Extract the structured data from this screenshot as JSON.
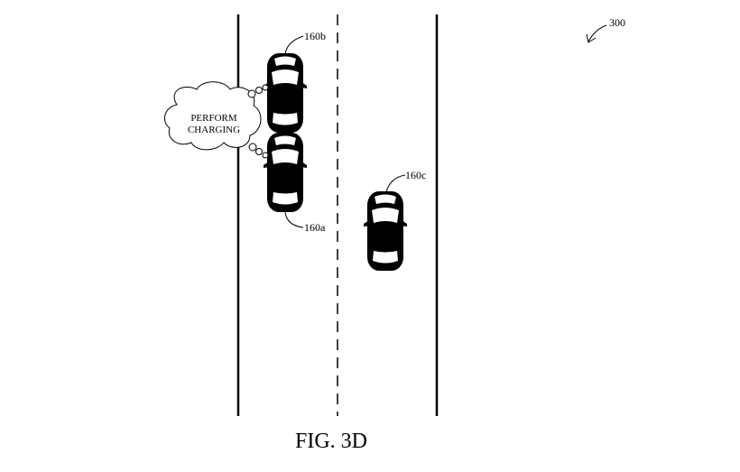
{
  "figure": {
    "reference_number": "300",
    "caption": "FIG. 3D"
  },
  "vehicles": [
    {
      "id": "160b",
      "label": "160b"
    },
    {
      "id": "160a",
      "label": "160a"
    },
    {
      "id": "160c",
      "label": "160c"
    }
  ],
  "thought_bubble": {
    "line1": "PERFORM",
    "line2": "CHARGING"
  }
}
